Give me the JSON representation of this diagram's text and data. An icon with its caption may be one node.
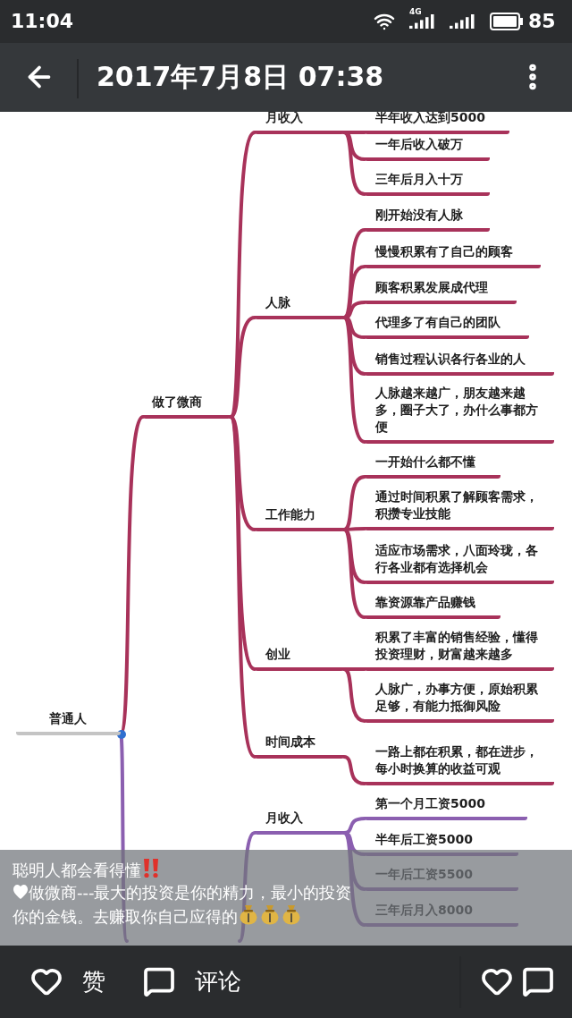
{
  "diagram": {
    "nodes": [
      {
        "text": [
          "普通人"
        ]
      },
      {
        "text": [
          "做了微商"
        ]
      },
      {
        "text": [
          "月收入"
        ]
      },
      {
        "text": [
          "半年收入达到5000"
        ]
      },
      {
        "text": [
          "一年后收入破万"
        ]
      },
      {
        "text": [
          "三年后月入十万"
        ]
      },
      {
        "text": [
          "人脉"
        ]
      },
      {
        "text": [
          "刚开始没有人脉"
        ]
      },
      {
        "text": [
          "慢慢积累有了自己的顾客"
        ]
      },
      {
        "text": [
          "顾客积累发展成代理"
        ]
      },
      {
        "text": [
          "代理多了有自己的团队"
        ]
      },
      {
        "text": [
          "销售过程认识各行各业的人"
        ]
      },
      {
        "text": [
          "人脉越来越广，朋友越来越多，圈子大了，办什么事都方便"
        ]
      },
      {
        "text": [
          "工作能力"
        ]
      },
      {
        "text": [
          "一开始什么都不懂"
        ]
      },
      {
        "text": [
          "通过时间积累了解顾客需求，积攒专业技能"
        ]
      },
      {
        "text": [
          "适应市场需求，八面玲珑，各行各业都有选择机会"
        ]
      },
      {
        "text": [
          "靠资源靠产品赚钱"
        ]
      },
      {
        "text": [
          "创业"
        ]
      },
      {
        "text": [
          "积累了丰富的销售经验，懂得投资理财，财富越来越多"
        ]
      },
      {
        "text": [
          "人脉广，办事方便，原始积累足够，有能力抵御风险"
        ]
      },
      {
        "text": [
          "时间成本"
        ]
      },
      {
        "text": [
          "一路上都在积累，都在进步，每小时换算的收益可观"
        ]
      },
      {
        "text": [
          "月收入"
        ]
      },
      {
        "text": [
          "第一个月工资5000"
        ]
      },
      {
        "text": [
          "半年后工资5000"
        ]
      },
      {
        "text": [
          "一年后工资5500"
        ]
      },
      {
        "text": [
          "三年后月入8000"
        ]
      }
    ],
    "edges": [
      {
        "from": 0,
        "to": 1,
        "arrow": "none"
      },
      {
        "from": 1,
        "to": 2,
        "arrow": "none"
      },
      {
        "from": 1,
        "to": 6,
        "arrow": "none"
      },
      {
        "from": 1,
        "to": 13,
        "arrow": "none"
      },
      {
        "from": 1,
        "to": 18,
        "arrow": "none"
      },
      {
        "from": 1,
        "to": 21,
        "arrow": "none"
      },
      {
        "from": 2,
        "to": 3,
        "arrow": "none"
      },
      {
        "from": 2,
        "to": 4,
        "arrow": "none"
      },
      {
        "from": 2,
        "to": 5,
        "arrow": "none"
      },
      {
        "from": 6,
        "to": 7,
        "arrow": "none"
      },
      {
        "from": 6,
        "to": 8,
        "arrow": "none"
      },
      {
        "from": 6,
        "to": 9,
        "arrow": "none"
      },
      {
        "from": 6,
        "to": 10,
        "arrow": "none"
      },
      {
        "from": 6,
        "to": 11,
        "arrow": "none"
      },
      {
        "from": 6,
        "to": 12,
        "arrow": "none"
      },
      {
        "from": 13,
        "to": 14,
        "arrow": "none"
      },
      {
        "from": 13,
        "to": 15,
        "arrow": "none"
      },
      {
        "from": 13,
        "to": 16,
        "arrow": "none"
      },
      {
        "from": 13,
        "to": 17,
        "arrow": "none"
      },
      {
        "from": 18,
        "to": 19,
        "arrow": "none"
      },
      {
        "from": 18,
        "to": 20,
        "arrow": "none"
      },
      {
        "from": 21,
        "to": 22,
        "arrow": "none"
      },
      {
        "from": 0,
        "to": null,
        "arrow": "none",
        "color": "#8b5fb0"
      },
      {
        "from": null,
        "to": 23,
        "arrow": "none",
        "color": "#8b5fb0"
      },
      {
        "from": 23,
        "to": 24,
        "arrow": "none",
        "color": "#8b5fb0"
      },
      {
        "from": 23,
        "to": 25,
        "arrow": "none",
        "color": "#8b5fb0"
      },
      {
        "from": 23,
        "to": 26,
        "arrow": "none",
        "color": "#8b5fb0"
      },
      {
        "from": 23,
        "to": 27,
        "arrow": "none",
        "color": "#8b5fb0"
      }
    ],
    "labels": [
      "11:04",
      "4G",
      "85",
      "2017年7月8日 07:38",
      "聪明人都会看得懂",
      "做微商---最大的投资是你的精力，最小的投资你的金钱。去赚取你自己应得的",
      "赞",
      "评论"
    ]
  }
}
